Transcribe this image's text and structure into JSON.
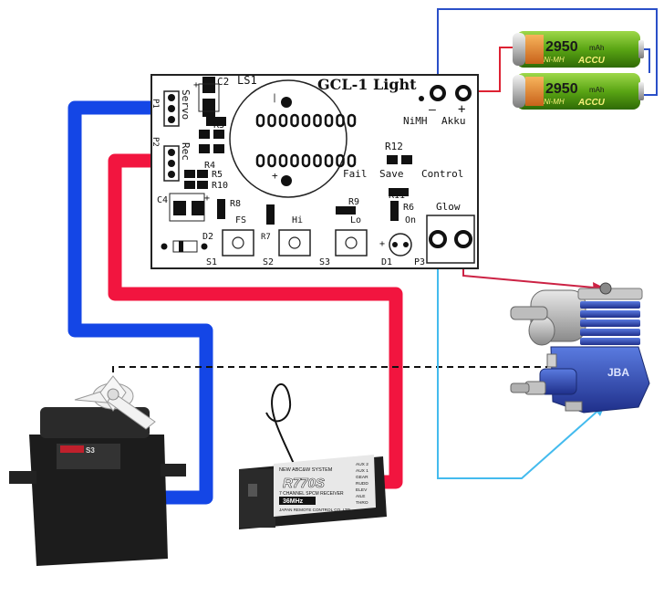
{
  "board": {
    "title": "GCL-1 Light",
    "labels": {
      "ls1": "LS1",
      "c2": "C2",
      "r3": "R3",
      "r4": "R4",
      "r5": "R5",
      "r10": "R10",
      "c4": "C4",
      "r8": "R8",
      "fs": "FS",
      "r7": "R7",
      "hi": "Hi",
      "r9": "R9",
      "lo": "Lo",
      "r11": "R11",
      "r6": "R6",
      "on": "On",
      "r12": "R12",
      "fail": "Fail",
      "save": "Save",
      "control": "Control",
      "glow": "Glow",
      "nimh": "NiMH",
      "akku": "Akku",
      "minus": "—",
      "plus": "+",
      "d1": "D1",
      "d2": "D2",
      "s1": "S1",
      "s2": "S2",
      "s3": "S3",
      "p3": "P3",
      "p1": "P1",
      "p2": "P2",
      "servo": "Servo",
      "rec": "Rec"
    }
  },
  "battery": {
    "capacity": "2950",
    "unit": "mAh",
    "chem": "Ni-MH",
    "brand": "ACCU"
  },
  "receiver": {
    "model": "R770S",
    "system": "NEW ABC&W SYSTEM",
    "desc": "7 CHANNEL SPCM RECEIVER",
    "freq": "36MHz",
    "maker": "JAPAN REMOTE CONTROL CO.,LTD",
    "ch_labels": [
      "AUX 2",
      "AUX 1",
      "GEAR",
      "RUDD",
      "ELEV",
      "AILE",
      "THRO"
    ]
  },
  "engine": {
    "brand": "JBA"
  },
  "servo": {
    "label": "S3"
  },
  "colors": {
    "servo_wire": "#1446e6",
    "receiver_wire": "#f2153f",
    "glow_wire": "#cc2244",
    "sense_wire": "#44bbee",
    "battery_neg_wire": "#2a4fc8",
    "battery_pos_wire": "#dd2233"
  }
}
